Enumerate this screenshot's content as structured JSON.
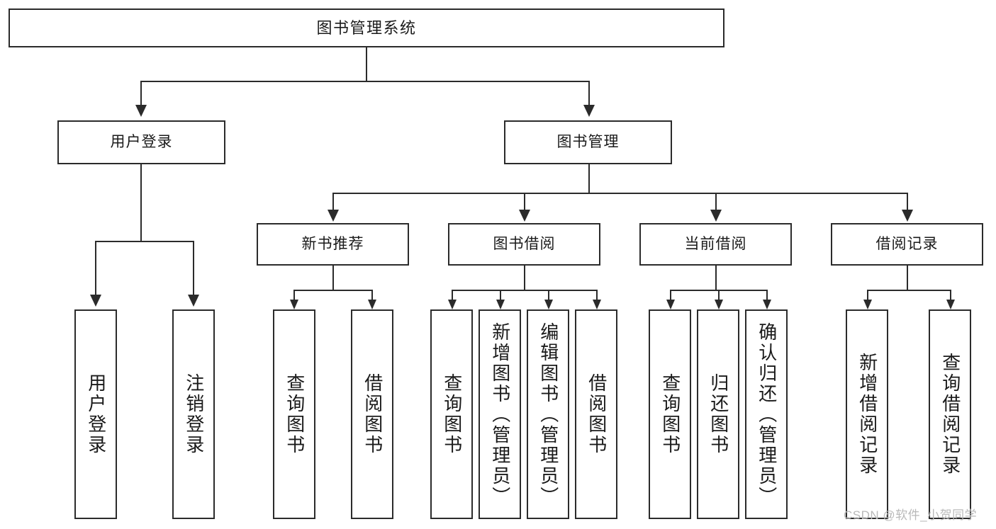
{
  "diagram": {
    "title": "图书管理系统",
    "type": "tree-hierarchy",
    "root": {
      "id": "root",
      "label": "图书管理系统"
    },
    "level1": [
      {
        "id": "user-login",
        "label": "用户登录"
      },
      {
        "id": "book-manage",
        "label": "图书管理"
      }
    ],
    "level2": [
      {
        "id": "new-book-rec",
        "label": "新书推荐",
        "parent": "book-manage"
      },
      {
        "id": "book-borrow",
        "label": "图书借阅",
        "parent": "book-manage"
      },
      {
        "id": "current-borrow",
        "label": "当前借阅",
        "parent": "book-manage"
      },
      {
        "id": "borrow-record",
        "label": "借阅记录",
        "parent": "book-manage"
      }
    ],
    "leaves": {
      "user_login": [
        {
          "id": "leaf-user-login",
          "label": "用户登录"
        },
        {
          "id": "leaf-user-logout",
          "label": "注销登录"
        }
      ],
      "new_book_rec": [
        {
          "id": "leaf-query-book-1",
          "label": "查询图书"
        },
        {
          "id": "leaf-borrow-book-1",
          "label": "借阅图书"
        }
      ],
      "book_borrow": [
        {
          "id": "leaf-query-book-2",
          "label": "查询图书"
        },
        {
          "id": "leaf-add-book",
          "label": "新增图书（管理员）"
        },
        {
          "id": "leaf-edit-book",
          "label": "编辑图书（管理员）"
        },
        {
          "id": "leaf-borrow-book-2",
          "label": "借阅图书"
        }
      ],
      "current_borrow": [
        {
          "id": "leaf-query-book-3",
          "label": "查询图书"
        },
        {
          "id": "leaf-return-book",
          "label": "归还图书"
        },
        {
          "id": "leaf-confirm-return",
          "label": "确认归还（管理员）"
        }
      ],
      "borrow_record": [
        {
          "id": "leaf-add-record",
          "label": "新增借阅记录"
        },
        {
          "id": "leaf-query-record",
          "label": "查询借阅记录"
        }
      ]
    }
  },
  "watermark": {
    "text": "CSDN @软件_小贺同学"
  },
  "colors": {
    "stroke": "#2b2b2b",
    "fill": "#ffffff",
    "text": "#1a1a1a",
    "watermark": "#b9b9b9"
  }
}
